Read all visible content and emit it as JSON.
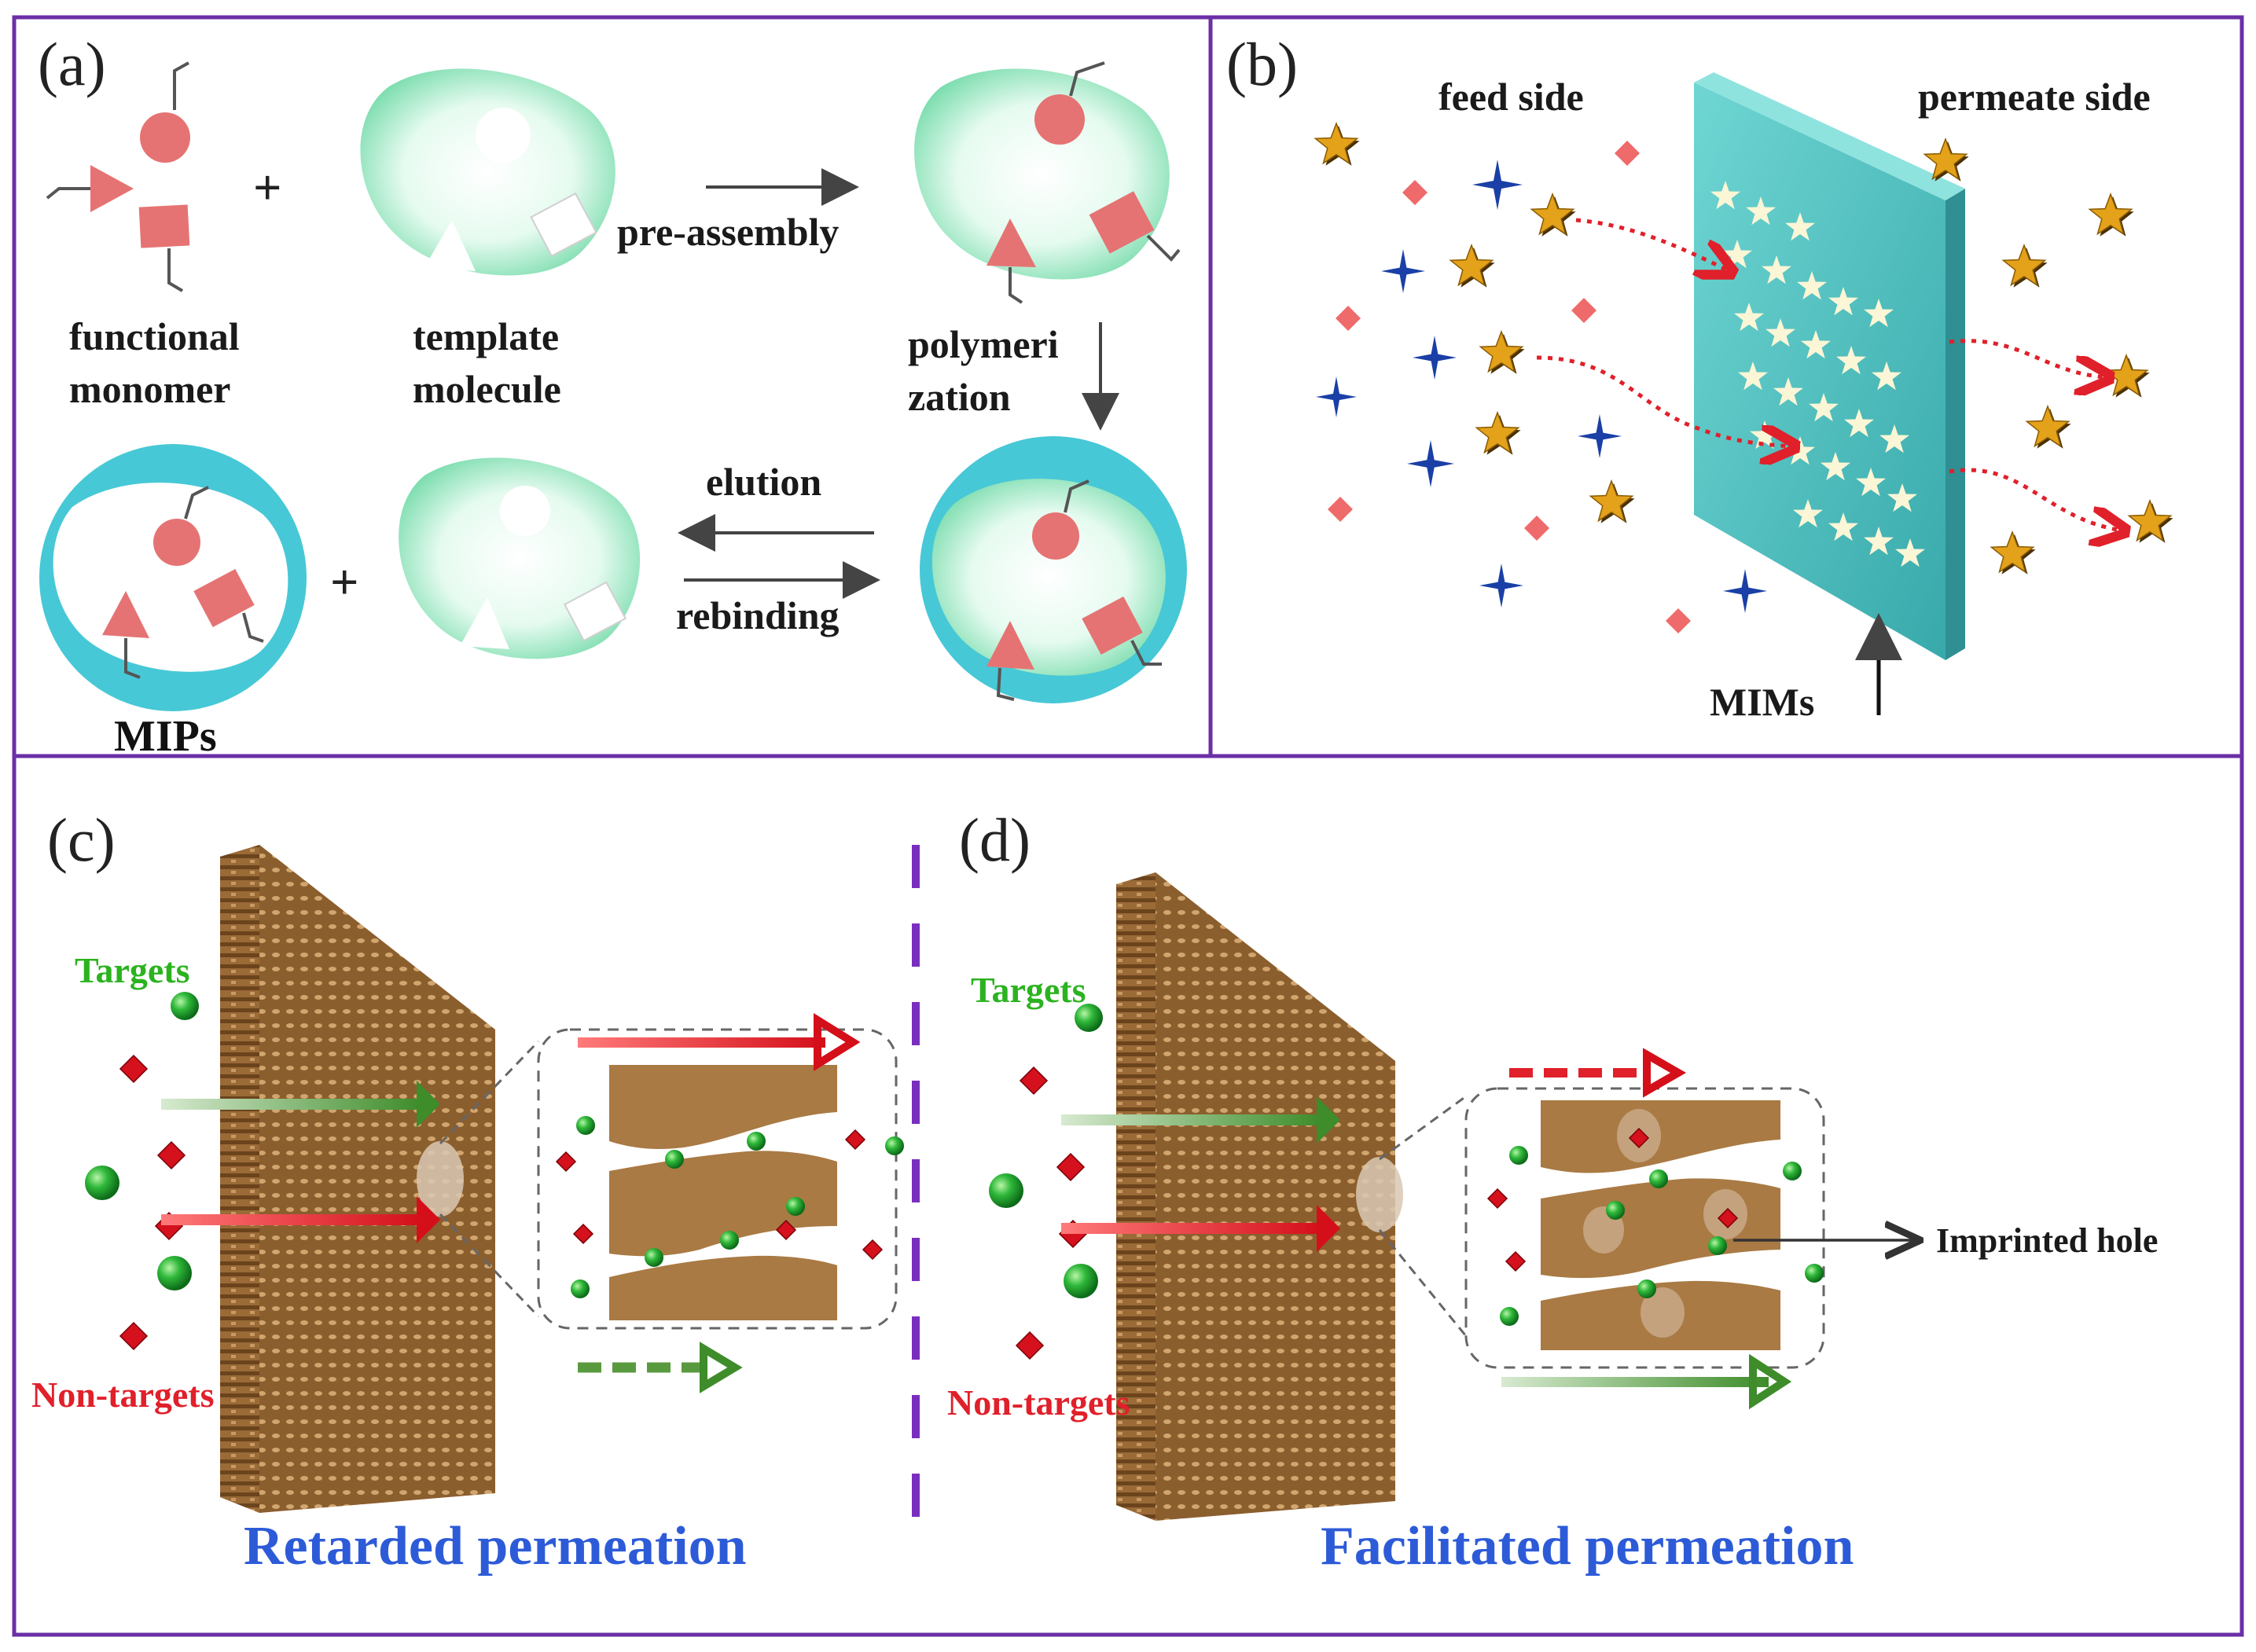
{
  "colors": {
    "frame": "#6b2fa6",
    "template_green": "#9ce8c5",
    "cyan": "#47c8d6",
    "monomer_pink": "#e57373",
    "star_gold": "#e3a21a",
    "star_blue": "#1a3fa6",
    "membrane_teal": "#4fbfbe",
    "membrane_brown": "#a97a44",
    "target_green": "#27b43a",
    "nontarget_red": "#e0202a",
    "title_blue": "#2d5bd8"
  },
  "panel_a": {
    "letter": "(a)",
    "functional_monomer": [
      "functional",
      "monomer"
    ],
    "template_molecule": [
      "template",
      "molecule"
    ],
    "pre_assembly": "pre-assembly",
    "polymerization": [
      "polymeri",
      "zation"
    ],
    "elution": "elution",
    "rebinding": "rebinding",
    "mips": "MIPs",
    "plus": "+"
  },
  "panel_b": {
    "letter": "(b)",
    "feed_side": "feed side",
    "permeate_side": "permeate side",
    "mims": "MIMs"
  },
  "panel_c": {
    "letter": "(c)",
    "targets": "Targets",
    "non_targets": "Non-targets",
    "title": "Retarded permeation"
  },
  "panel_d": {
    "letter": "(d)",
    "targets": "Targets",
    "non_targets": "Non-targets",
    "imprinted_hole": "Imprinted hole",
    "title": "Facilitated permeation"
  }
}
